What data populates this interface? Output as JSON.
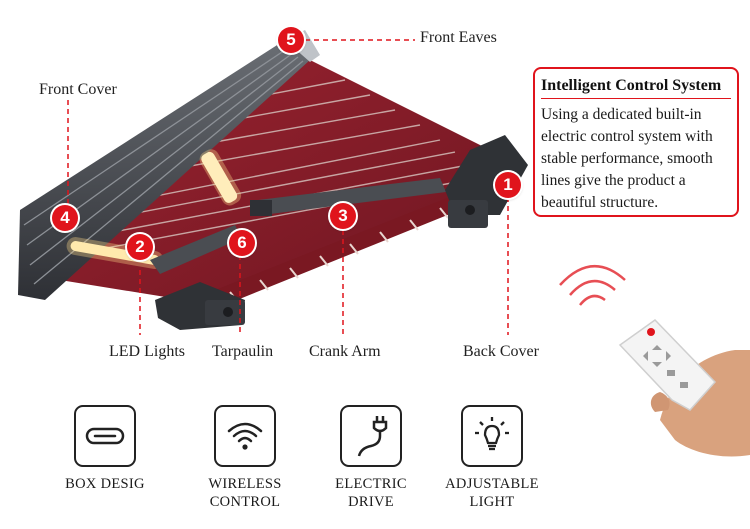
{
  "callouts": {
    "front_eaves": "Front Eaves",
    "front_cover": "Front Cover",
    "led_lights": "LED Lights",
    "tarpaulin": "Tarpaulin",
    "crank_arm": "Crank Arm",
    "back_cover": "Back Cover"
  },
  "badges": [
    "1",
    "2",
    "3",
    "4",
    "5",
    "6"
  ],
  "info": {
    "title": "Intelligent Control System",
    "text": "Using a dedicated built-in electric control system with stable performance, smooth lines give the product a beautiful structure."
  },
  "features": [
    {
      "label": "BOX DESIG",
      "icon": "box-icon"
    },
    {
      "label": "WIRELESS\nCONTROL",
      "icon": "wireless-icon"
    },
    {
      "label": "ELECTRIC\nDRIVE",
      "icon": "plug-icon"
    },
    {
      "label": "ADJUSTABLE\nLIGHT",
      "icon": "bulb-icon"
    }
  ],
  "colors": {
    "accent": "#e0141c",
    "fabric": "#8a1e2a",
    "frame": "#3c3f44"
  }
}
